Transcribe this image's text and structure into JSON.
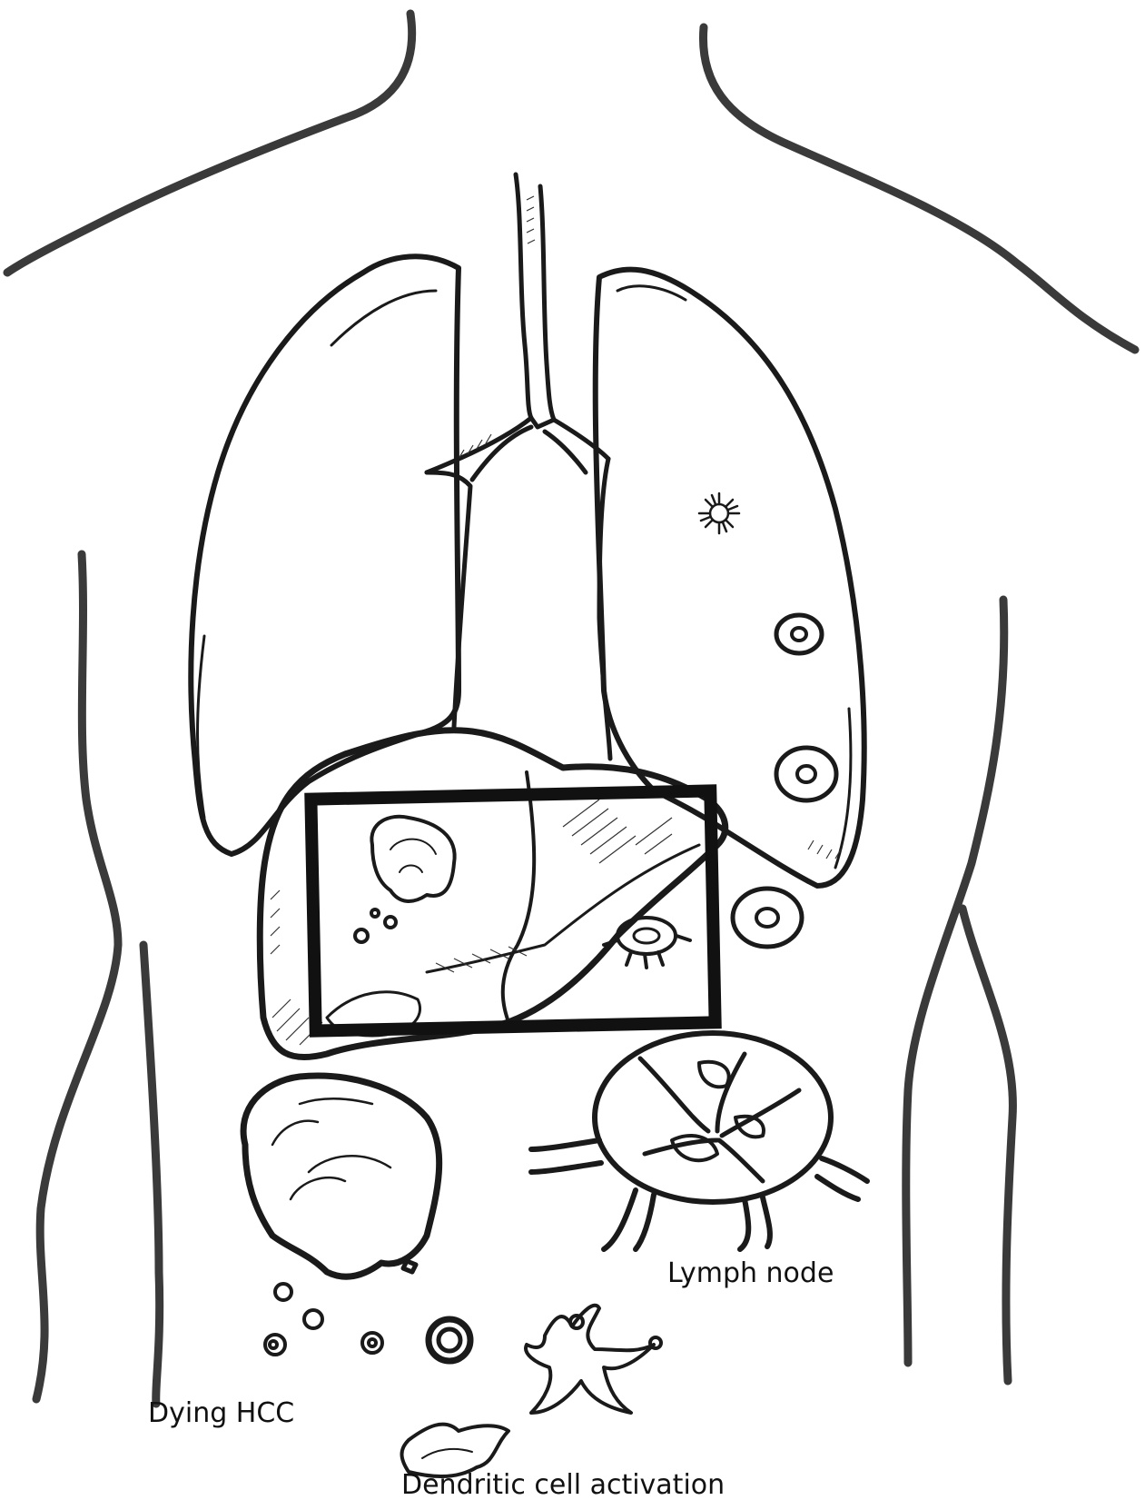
{
  "labels": {
    "lymph_node": "Lymph node",
    "dying_hcc": "Dying HCC",
    "dendritic_cell_activation": "Dendritic cell activation"
  },
  "colors": {
    "ink": "#1a1a1a",
    "body_outline": "#3a3a3a",
    "background": "#ffffff"
  }
}
